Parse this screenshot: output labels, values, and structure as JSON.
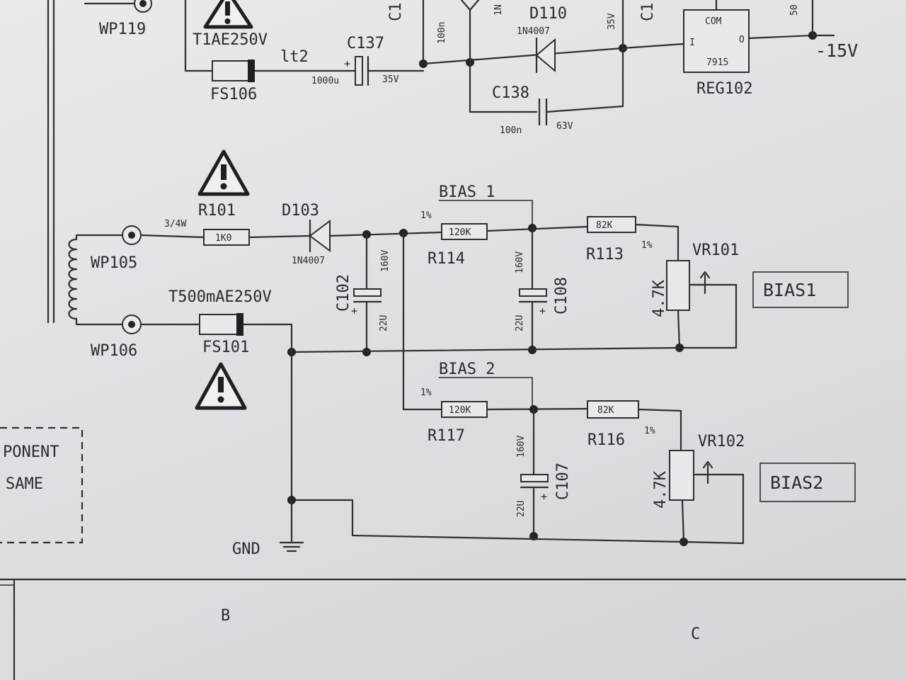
{
  "top_section": {
    "wp119": "WP119",
    "fuse_rating": "T1AE250V",
    "fuse_ref": "FS106",
    "wire_label": "lt2",
    "c137_ref": "C137",
    "c137_value": "1000u",
    "c137_voltage": "35V",
    "cap_100n_top": "100n",
    "d110_ref": "D110",
    "d110_part": "1N4007",
    "partial_1n": "1N",
    "c_partial_left": "C1",
    "c_partial_right": "C1",
    "voltage_35v_right": "35V",
    "c138_ref": "C138",
    "c138_value": "100n",
    "c138_voltage": "63V",
    "reg_com": "COM",
    "reg_in": "I",
    "reg_out": "O",
    "reg_part": "7915",
    "reg_ref": "REG102",
    "output_voltage": "-15V",
    "partial_50": "50"
  },
  "bias_section": {
    "r101_ref": "R101",
    "r101_power": "3/4W",
    "r101_value": "1K0",
    "d103_ref": "D103",
    "d103_part": "1N4007",
    "wp105": "WP105",
    "wp106": "WP106",
    "fs101_rating": "T500mAE250V",
    "fs101_ref": "FS101",
    "c102_ref": "C102",
    "c102_voltage": "160V",
    "c102_value": "22U",
    "bias_1_label": "BIAS_1",
    "bias_2_label": "BIAS_2",
    "r114_ref": "R114",
    "r114_value": "120K",
    "r114_tol": "1%",
    "r117_ref": "R117",
    "r117_value": "120K",
    "r117_tol": "1%",
    "c108_ref": "C108",
    "c108_voltage": "160V",
    "c108_value": "22U",
    "c107_ref": "C107",
    "c107_voltage": "160V",
    "c107_value": "22U",
    "r113_ref": "R113",
    "r113_value": "82K",
    "r113_tol": "1%",
    "r116_ref": "R116",
    "r116_value": "82K",
    "r116_tol": "1%",
    "vr101_ref": "VR101",
    "vr101_value": "4.7K",
    "vr102_ref": "VR102",
    "vr102_value": "4.7K",
    "bias1_box": "BIAS1",
    "bias2_box": "BIAS2",
    "gnd_label": "GND"
  },
  "note_box": {
    "line1": "PONENT",
    "line2": "SAME"
  },
  "frame": {
    "zone_b": "B",
    "zone_c": "C"
  },
  "colors": {
    "paper": "#e2e3e6",
    "ink": "#2e2e33"
  }
}
